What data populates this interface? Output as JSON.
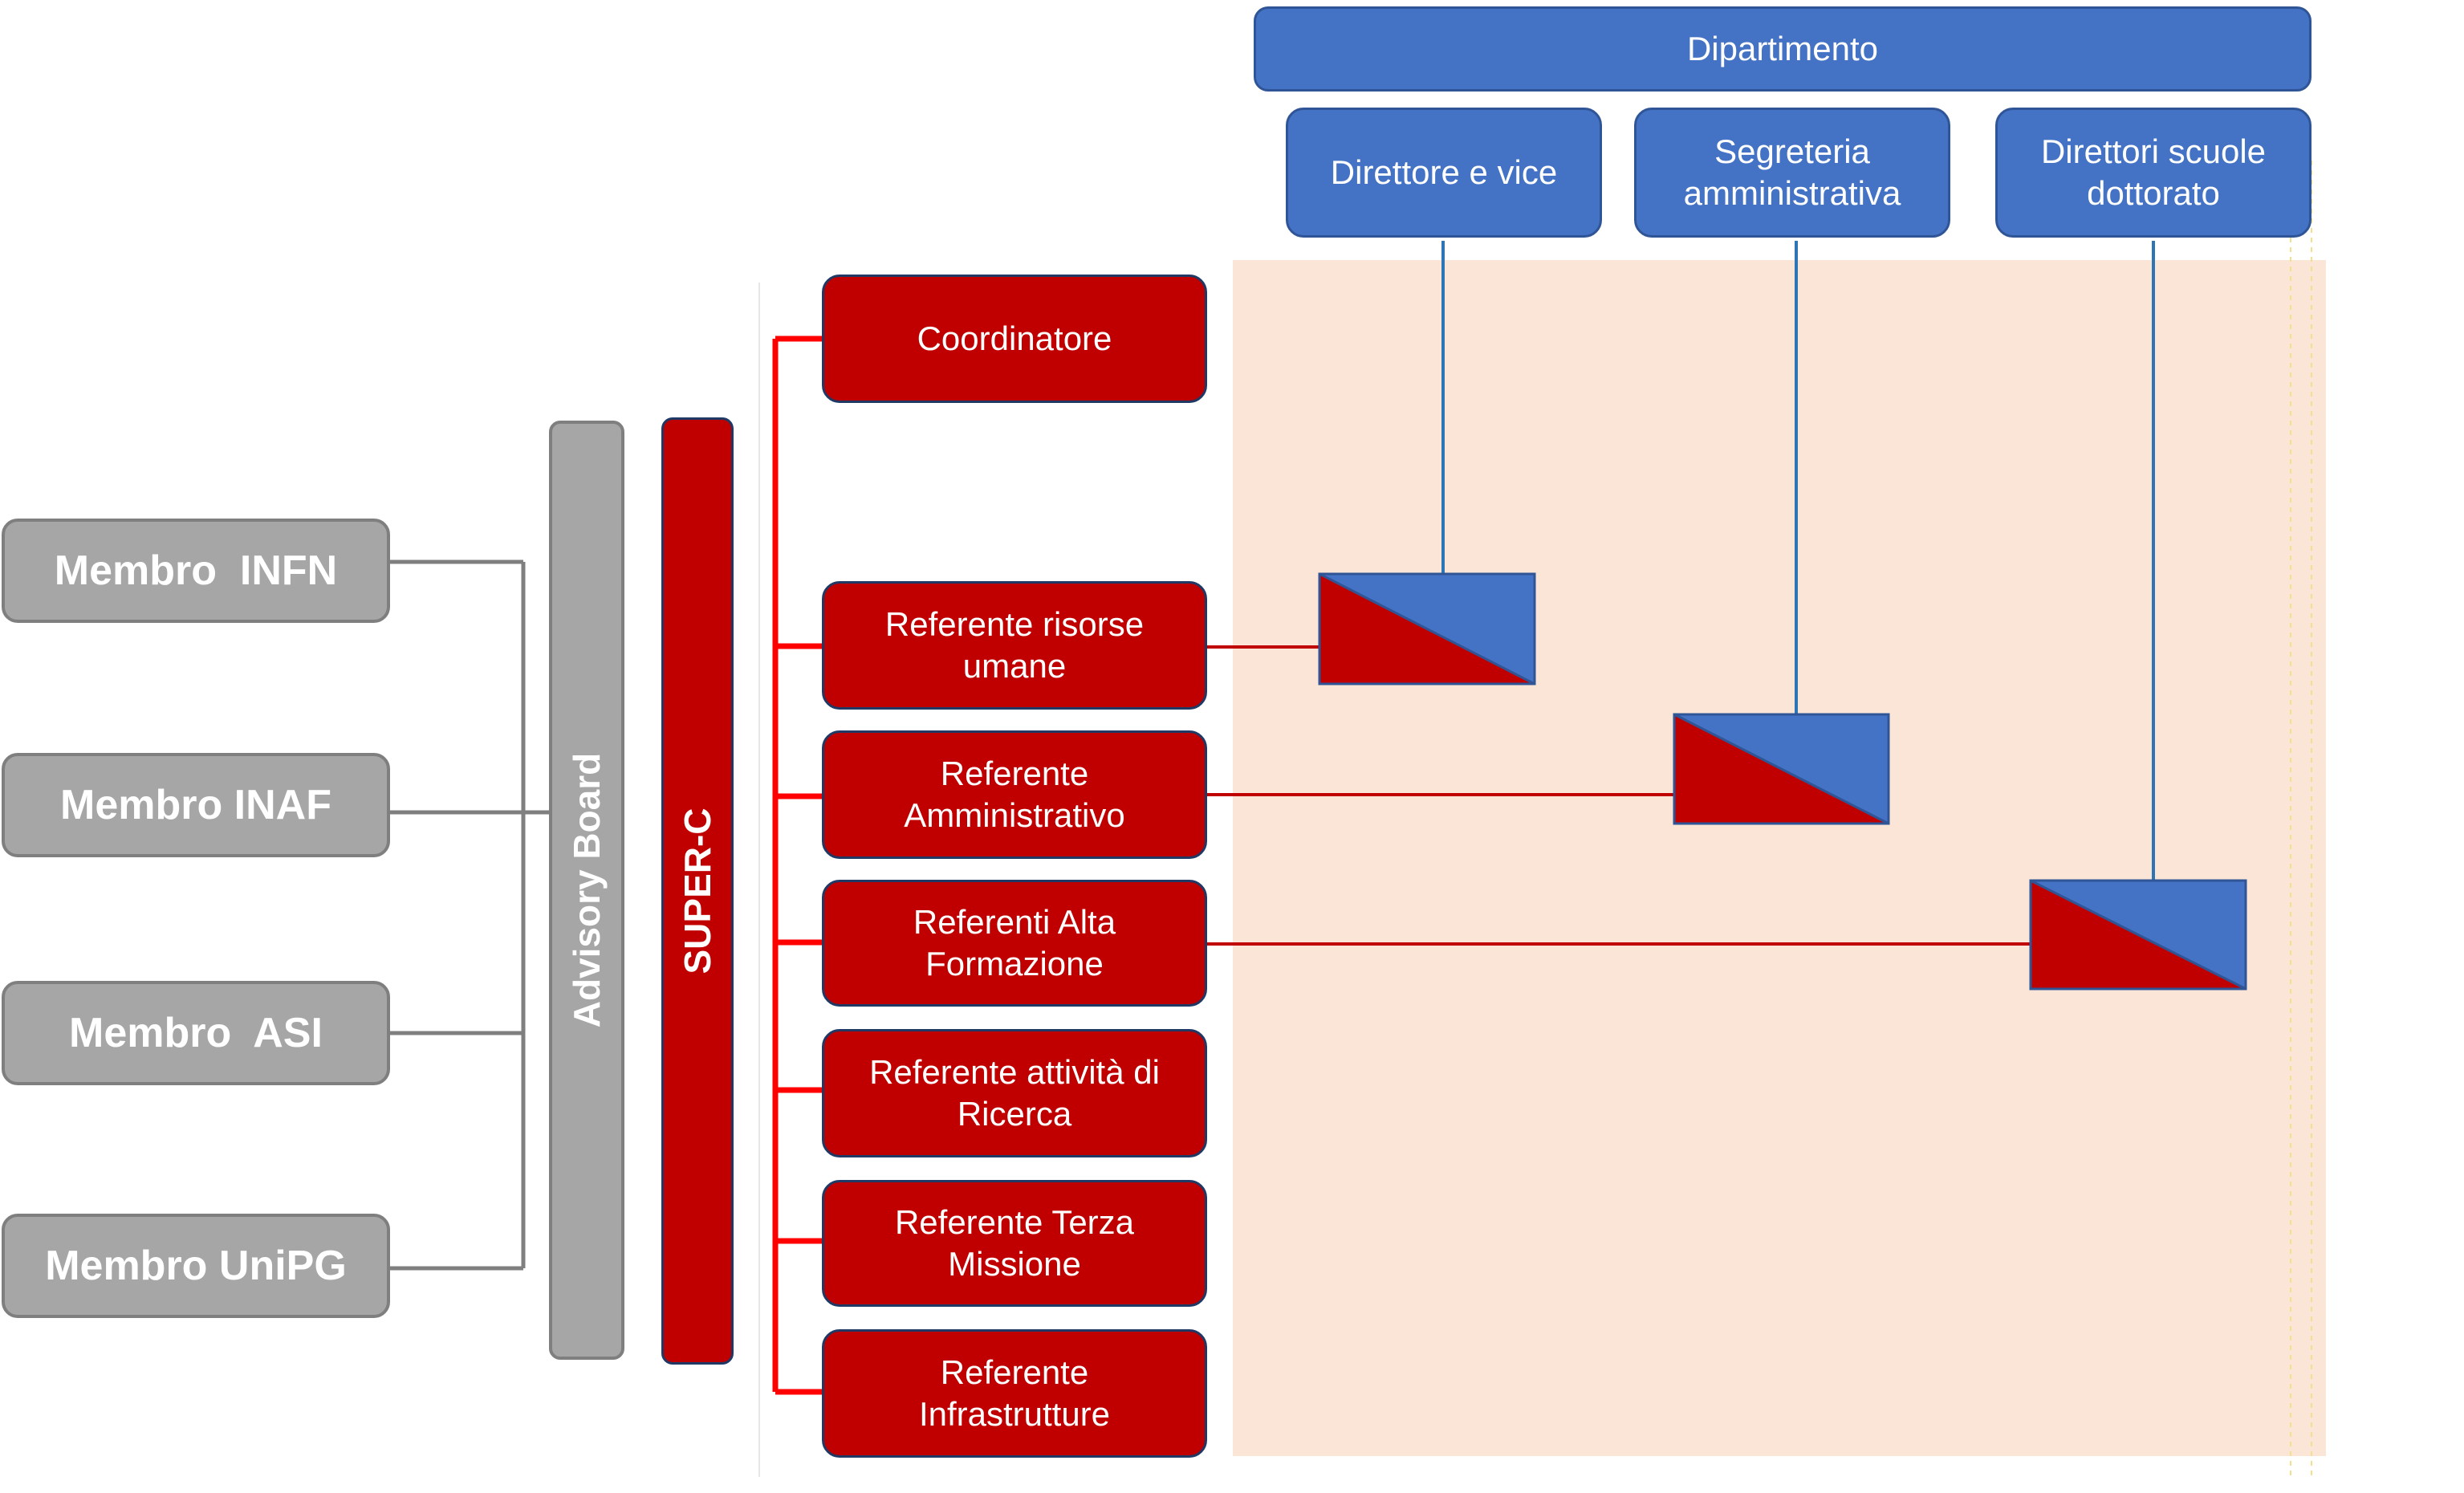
{
  "dipartimento": {
    "title": "Dipartimento",
    "units": [
      {
        "label": "Direttore e vice"
      },
      {
        "label": "Segreteria amministrativa"
      },
      {
        "label": "Direttori scuole dottorato"
      }
    ]
  },
  "members": [
    {
      "label": "Membro  INFN"
    },
    {
      "label": "Membro INAF"
    },
    {
      "label": "Membro  ASI"
    },
    {
      "label": "Membro UniPG"
    }
  ],
  "advisory_board": {
    "label": "Advisory Board"
  },
  "super_c": {
    "label": "SUPER-C"
  },
  "referents": [
    {
      "label": "Coordinatore"
    },
    {
      "label": "Referente risorse umane"
    },
    {
      "label": "Referente Amministrativo"
    },
    {
      "label": "Referenti Alta Formazione"
    },
    {
      "label": "Referente attività di Ricerca"
    },
    {
      "label": "Referente Terza Missione"
    },
    {
      "label": "Referente Infrastrutture"
    }
  ],
  "colors": {
    "blue": "#4472c4",
    "red": "#c00000",
    "grey": "#a6a6a6",
    "zone": "#fae5d6"
  }
}
